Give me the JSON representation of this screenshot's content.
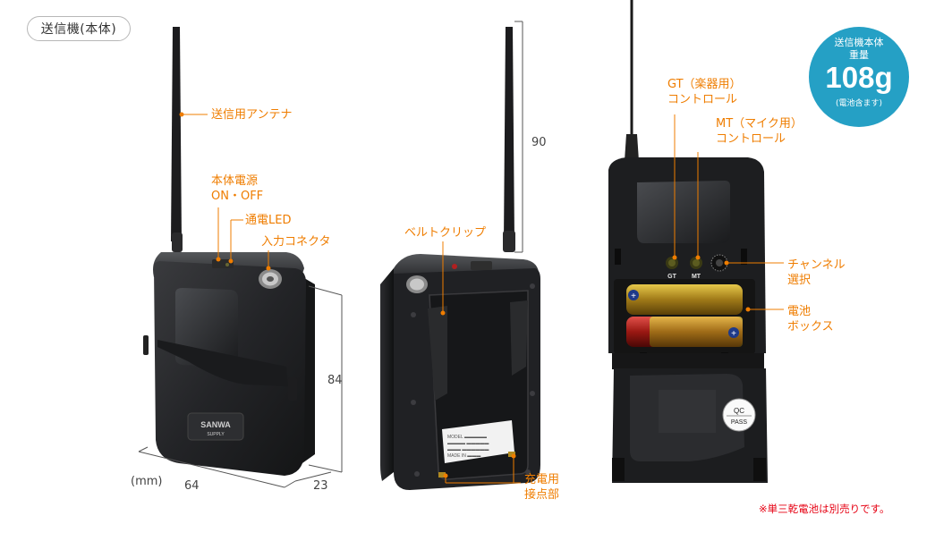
{
  "header": {
    "label": "送信機(本体)"
  },
  "callouts": {
    "antenna": "送信用アンテナ",
    "power_l1": "本体電源",
    "power_l2": "ON・OFF",
    "led": "通電LED",
    "connector": "入力コネクタ",
    "belt_clip": "ベルトクリップ",
    "charge_l1": "充電用",
    "charge_l2": "接点部",
    "gt_l1": "GT（楽器用）",
    "gt_l2": "コントロール",
    "mt_l1": "MT（マイク用）",
    "mt_l2": "コントロール",
    "channel_l1": "チャンネル",
    "channel_l2": "選択",
    "battery_l1": "電池",
    "battery_l2": "ボックス"
  },
  "dimensions": {
    "height": "84",
    "width": "64",
    "depth": "23",
    "unit": "(mm)",
    "antenna": "90"
  },
  "badge": {
    "line1": "送信機本体",
    "line2": "重量",
    "weight": "108g",
    "note": "(電池含ます)"
  },
  "device_text": {
    "brand": "SANWA",
    "brand_sub": "SUPPLY",
    "gt": "GT",
    "mt": "MT",
    "qc": "QC",
    "pass": "PASS"
  },
  "footnote": "※単三乾電池は別売りです。",
  "colors": {
    "accent": "#ef7d00",
    "badge": "#25a0c5",
    "note": "#e60012",
    "device": "#1f2022"
  }
}
